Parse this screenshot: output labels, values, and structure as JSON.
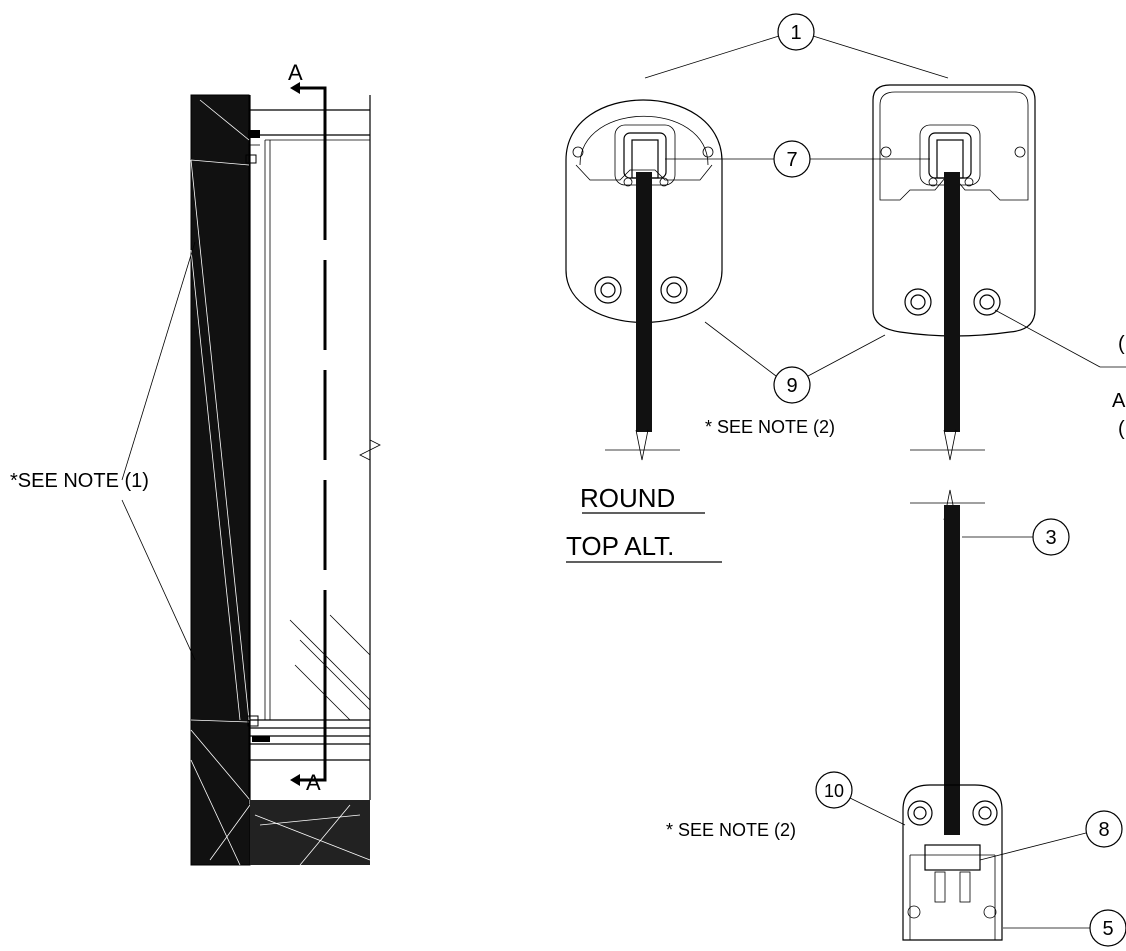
{
  "section_markers": {
    "top": "A",
    "bottom": "A"
  },
  "notes": {
    "note1": "*SEE NOTE (1)",
    "note2_top": "* SEE NOTE (2)",
    "note2_bottom": "* SEE NOTE (2)"
  },
  "round_top_label": {
    "line1": "ROUND",
    "line2": "TOP ALT."
  },
  "callouts": {
    "c1": "1",
    "c3": "3",
    "c5": "5",
    "c7": "7",
    "c8": "8",
    "c9": "9",
    "c10": "10"
  },
  "partial_edge_text": {
    "cut_a": "A",
    "cut_paren": "(",
    "cut_paren2": "("
  }
}
